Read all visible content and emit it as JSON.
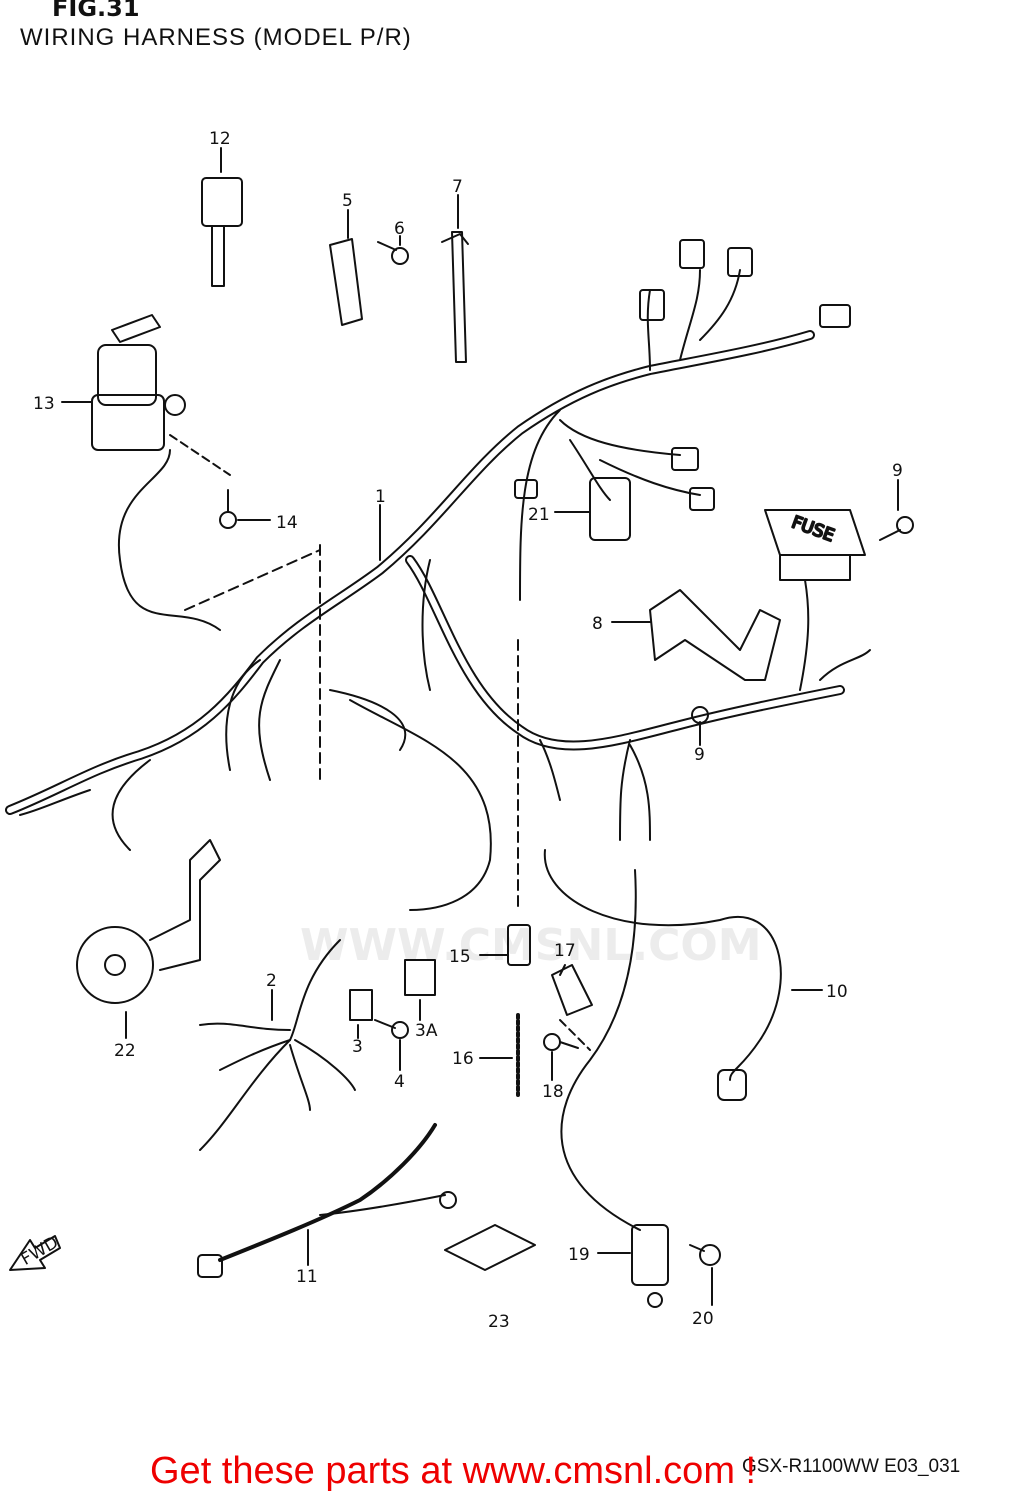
{
  "figure": {
    "title": "FIG.31",
    "subtitle": "WIRING HARNESS (MODEL P/R)",
    "code": "GSX-R1100WW  E03_031",
    "watermark": "WWW.CMSNL.COM",
    "ad_text": "Get these parts at www.cmsnl.com !",
    "fwd_label": "FWD"
  },
  "callouts": [
    "12",
    "5",
    "6",
    "7",
    "13",
    "14",
    "1",
    "21",
    "9",
    "8",
    "9",
    "22",
    "2",
    "15",
    "17",
    "10",
    "3A",
    "3",
    "4",
    "16",
    "18",
    "11",
    "23",
    "19",
    "20"
  ]
}
